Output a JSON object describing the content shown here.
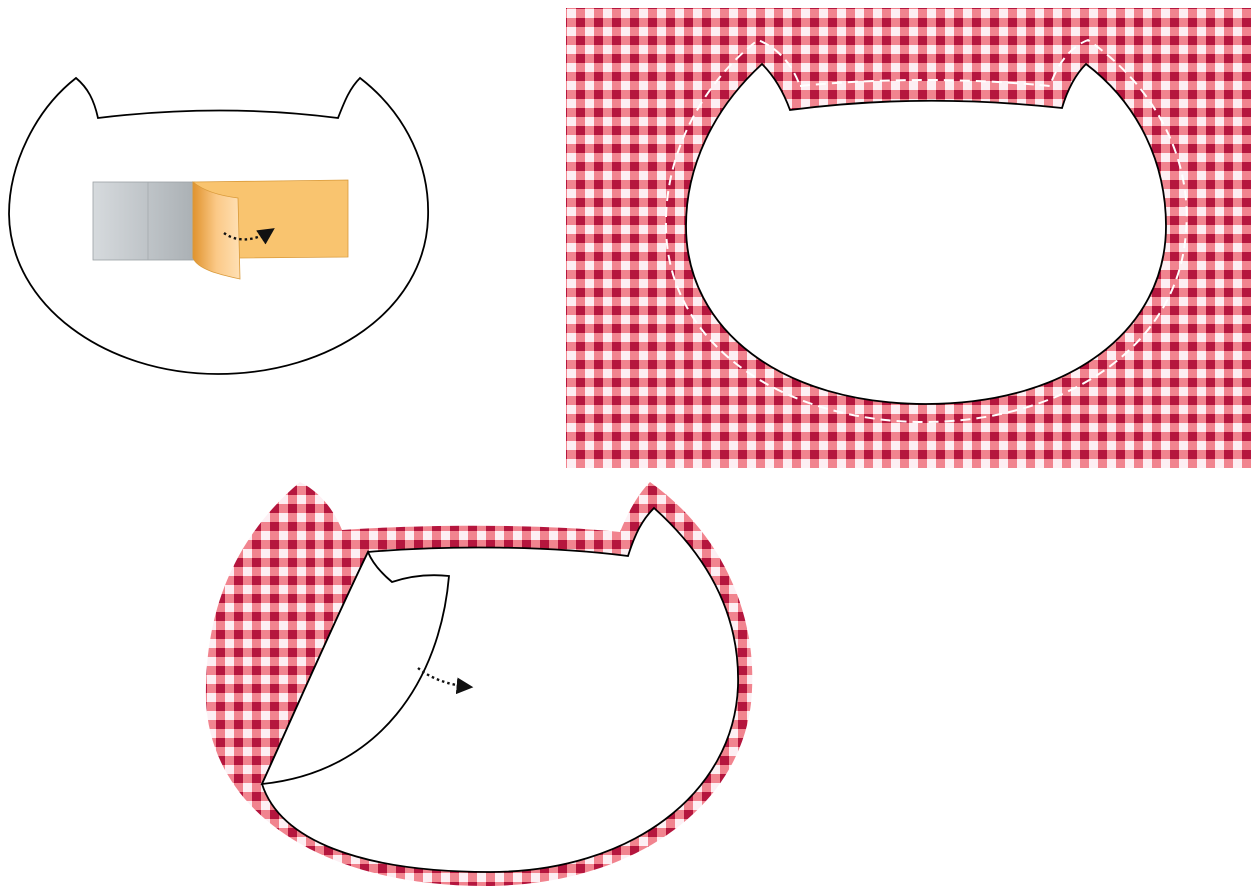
{
  "steps": [
    {
      "id": "step-1",
      "tape_colors": {
        "liner": "#c8cdd1",
        "adhesive": "#f9c46f"
      }
    },
    {
      "id": "step-2",
      "fabric_pattern": "gingham",
      "fabric_colors": {
        "dark": "#b5163e",
        "mid": "#f1848f",
        "light": "#fdeff3"
      },
      "cut_line": "dashed-white"
    },
    {
      "id": "step-3",
      "fabric_pattern": "gingham"
    }
  ],
  "icons": [
    "cat-head-outline",
    "peeling-tape",
    "curved-arrow",
    "gingham-fabric",
    "dashed-cut-line",
    "peeling-backing"
  ],
  "colors": {
    "outline": "#000000",
    "fill": "#ffffff",
    "arrow": "#111111"
  }
}
